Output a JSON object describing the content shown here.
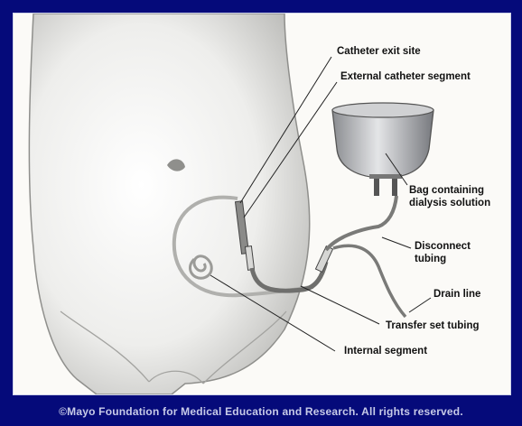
{
  "diagram": {
    "labels": {
      "catheter_exit_site": "Catheter exit site",
      "external_catheter_segment": "External catheter segment",
      "bag_line1": "Bag containing",
      "bag_line2": "dialysis solution",
      "disconnect_line1": "Disconnect",
      "disconnect_line2": "tubing",
      "drain_line": "Drain line",
      "transfer_set_tubing": "Transfer set tubing",
      "internal_segment": "Internal segment"
    }
  },
  "footer": {
    "copyright": "©Mayo Foundation for Medical Education and Research.  All rights reserved."
  }
}
